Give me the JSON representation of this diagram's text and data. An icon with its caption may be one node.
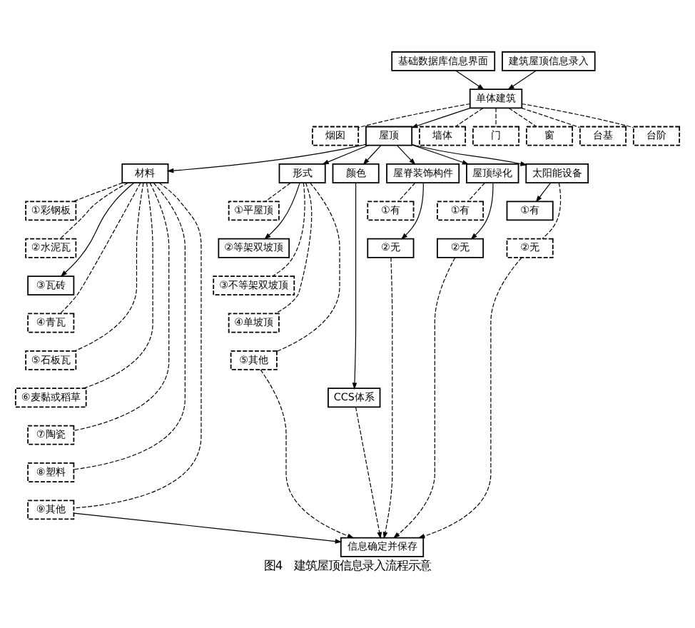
{
  "diagram": {
    "caption": "图4　建筑屋顶信息录入流程示意",
    "nodes": [
      {
        "text": [
          "基础数据库信息界面"
        ]
      },
      {
        "text": [
          "建筑屋顶信息录入"
        ]
      },
      {
        "text": [
          "单体建筑"
        ]
      },
      {
        "text": [
          "烟囱"
        ]
      },
      {
        "text": [
          "屋顶"
        ]
      },
      {
        "text": [
          "墙体"
        ]
      },
      {
        "text": [
          "门"
        ]
      },
      {
        "text": [
          "窗"
        ]
      },
      {
        "text": [
          "台基"
        ]
      },
      {
        "text": [
          "台阶"
        ]
      },
      {
        "text": [
          "材料"
        ]
      },
      {
        "text": [
          "形式"
        ]
      },
      {
        "text": [
          "颜色"
        ]
      },
      {
        "text": [
          "屋脊装饰构件"
        ]
      },
      {
        "text": [
          "屋顶绿化"
        ]
      },
      {
        "text": [
          "太阳能设备"
        ]
      },
      {
        "text": [
          "①彩钢板"
        ]
      },
      {
        "text": [
          "②水泥瓦"
        ]
      },
      {
        "text": [
          "③瓦砖"
        ]
      },
      {
        "text": [
          "④青瓦"
        ]
      },
      {
        "text": [
          "⑤石板瓦"
        ]
      },
      {
        "text": [
          "⑥麦黏或稻草"
        ]
      },
      {
        "text": [
          "⑦陶瓷"
        ]
      },
      {
        "text": [
          "⑧塑料"
        ]
      },
      {
        "text": [
          "⑨其他"
        ]
      },
      {
        "text": [
          "①平屋顶"
        ]
      },
      {
        "text": [
          "②等架双坡顶"
        ]
      },
      {
        "text": [
          "③不等架双坡顶"
        ]
      },
      {
        "text": [
          "④单坡顶"
        ]
      },
      {
        "text": [
          "⑤其他"
        ]
      },
      {
        "text": [
          "CCS体系"
        ]
      },
      {
        "text": [
          "①有"
        ]
      },
      {
        "text": [
          "②无"
        ]
      },
      {
        "text": [
          "①有"
        ]
      },
      {
        "text": [
          "②无"
        ]
      },
      {
        "text": [
          "①有"
        ]
      },
      {
        "text": [
          "②无"
        ]
      },
      {
        "text": [
          "信息确定并保存"
        ]
      }
    ],
    "edges": [
      {
        "from": 0,
        "to": 2,
        "arrow": "to"
      },
      {
        "from": 1,
        "to": 2,
        "arrow": "to"
      },
      {
        "from": 2,
        "to": 3,
        "arrow": "none",
        "style": "dashed"
      },
      {
        "from": 2,
        "to": 4,
        "arrow": "to"
      },
      {
        "from": 2,
        "to": 5,
        "arrow": "none",
        "style": "dashed"
      },
      {
        "from": 2,
        "to": 6,
        "arrow": "none",
        "style": "dashed"
      },
      {
        "from": 2,
        "to": 7,
        "arrow": "none",
        "style": "dashed"
      },
      {
        "from": 2,
        "to": 8,
        "arrow": "none",
        "style": "dashed"
      },
      {
        "from": 2,
        "to": 9,
        "arrow": "none",
        "style": "dashed"
      },
      {
        "from": 4,
        "to": 10,
        "arrow": "to"
      },
      {
        "from": 4,
        "to": 11,
        "arrow": "to"
      },
      {
        "from": 4,
        "to": 12,
        "arrow": "to"
      },
      {
        "from": 4,
        "to": 13,
        "arrow": "to"
      },
      {
        "from": 4,
        "to": 14,
        "arrow": "to"
      },
      {
        "from": 4,
        "to": 15,
        "arrow": "to"
      },
      {
        "from": 10,
        "to": 16,
        "arrow": "none",
        "style": "dashed"
      },
      {
        "from": 10,
        "to": 17,
        "arrow": "none",
        "style": "dashed"
      },
      {
        "from": 10,
        "to": 18,
        "arrow": "to"
      },
      {
        "from": 10,
        "to": 19,
        "arrow": "none",
        "style": "dashed"
      },
      {
        "from": 10,
        "to": 20,
        "arrow": "none",
        "style": "dashed"
      },
      {
        "from": 10,
        "to": 21,
        "arrow": "none",
        "style": "dashed"
      },
      {
        "from": 10,
        "to": 22,
        "arrow": "none",
        "style": "dashed"
      },
      {
        "from": 10,
        "to": 23,
        "arrow": "none",
        "style": "dashed"
      },
      {
        "from": 10,
        "to": 24,
        "arrow": "none",
        "style": "dashed"
      },
      {
        "from": 11,
        "to": 25,
        "arrow": "none",
        "style": "dashed"
      },
      {
        "from": 11,
        "to": 26,
        "arrow": "to"
      },
      {
        "from": 11,
        "to": 27,
        "arrow": "none",
        "style": "dashed"
      },
      {
        "from": 11,
        "to": 28,
        "arrow": "none",
        "style": "dashed"
      },
      {
        "from": 11,
        "to": 29,
        "arrow": "none",
        "style": "dashed"
      },
      {
        "from": 12,
        "to": 30,
        "arrow": "to"
      },
      {
        "from": 13,
        "to": 31,
        "arrow": "none",
        "style": "dashed"
      },
      {
        "from": 13,
        "to": 32,
        "arrow": "to"
      },
      {
        "from": 14,
        "to": 33,
        "arrow": "none",
        "style": "dashed"
      },
      {
        "from": 14,
        "to": 34,
        "arrow": "to"
      },
      {
        "from": 15,
        "to": 35,
        "arrow": "to"
      },
      {
        "from": 15,
        "to": 36,
        "arrow": "none",
        "style": "dashed"
      },
      {
        "from": 24,
        "to": 37,
        "arrow": "to"
      },
      {
        "from": 29,
        "to": 37,
        "arrow": "to",
        "style": "dashed"
      },
      {
        "from": 30,
        "to": 37,
        "arrow": "to",
        "style": "dashed"
      },
      {
        "from": 32,
        "to": 37,
        "arrow": "to",
        "style": "dashed"
      },
      {
        "from": 34,
        "to": 37,
        "arrow": "to",
        "style": "dashed"
      },
      {
        "from": 36,
        "to": 37,
        "arrow": "to",
        "style": "dashed"
      }
    ]
  }
}
